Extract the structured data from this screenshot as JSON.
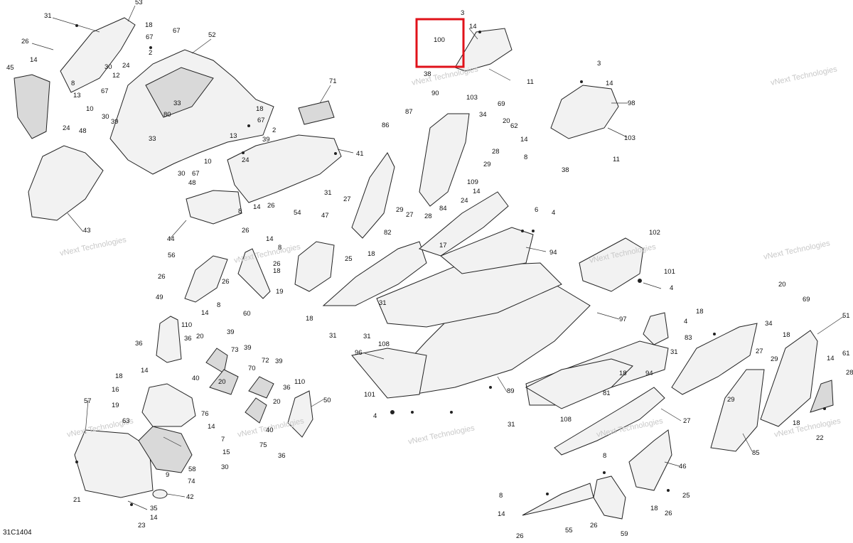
{
  "diagram": {
    "code": "31C1404",
    "watermark": "vNext Technologies",
    "highlight_color": "#e0121a",
    "callouts": [
      {
        "id": "c53",
        "text": "53"
      },
      {
        "id": "c31a",
        "text": "31"
      },
      {
        "id": "c18a",
        "text": "18"
      },
      {
        "id": "c67a",
        "text": "67"
      },
      {
        "id": "c26a",
        "text": "26"
      },
      {
        "id": "c14a",
        "text": "14"
      },
      {
        "id": "c67b",
        "text": "67"
      },
      {
        "id": "c52",
        "text": "52"
      },
      {
        "id": "c45",
        "text": "45"
      },
      {
        "id": "c2a",
        "text": "2"
      },
      {
        "id": "c30a",
        "text": "30"
      },
      {
        "id": "c24a",
        "text": "24"
      },
      {
        "id": "c8a",
        "text": "8"
      },
      {
        "id": "c12",
        "text": "12"
      },
      {
        "id": "c67c",
        "text": "67"
      },
      {
        "id": "c13a",
        "text": "13"
      },
      {
        "id": "c10a",
        "text": "10"
      },
      {
        "id": "c30b",
        "text": "30"
      },
      {
        "id": "c39a",
        "text": "39"
      },
      {
        "id": "c33a",
        "text": "33"
      },
      {
        "id": "c80",
        "text": "80"
      },
      {
        "id": "c24b",
        "text": "24"
      },
      {
        "id": "c48a",
        "text": "48"
      },
      {
        "id": "c33b",
        "text": "33"
      },
      {
        "id": "c18b",
        "text": "18"
      },
      {
        "id": "c67d",
        "text": "67"
      },
      {
        "id": "c2b",
        "text": "2"
      },
      {
        "id": "c39b",
        "text": "39"
      },
      {
        "id": "c13b",
        "text": "13"
      },
      {
        "id": "c24c",
        "text": "24"
      },
      {
        "id": "c30c",
        "text": "30"
      },
      {
        "id": "c67e",
        "text": "67"
      },
      {
        "id": "c10b",
        "text": "10"
      },
      {
        "id": "c48b",
        "text": "48"
      },
      {
        "id": "c71",
        "text": "71"
      },
      {
        "id": "c41",
        "text": "41"
      },
      {
        "id": "c31b",
        "text": "31"
      },
      {
        "id": "c43",
        "text": "43"
      },
      {
        "id": "c8b",
        "text": "8"
      },
      {
        "id": "c14b",
        "text": "14"
      },
      {
        "id": "c26b",
        "text": "26"
      },
      {
        "id": "c54",
        "text": "54"
      },
      {
        "id": "c44",
        "text": "44"
      },
      {
        "id": "c3a",
        "text": "3"
      },
      {
        "id": "c14c",
        "text": "14"
      },
      {
        "id": "c100",
        "text": "100"
      },
      {
        "id": "c38a",
        "text": "38"
      },
      {
        "id": "c103a",
        "text": "103"
      },
      {
        "id": "c11a",
        "text": "11"
      },
      {
        "id": "c90",
        "text": "90"
      },
      {
        "id": "c3b",
        "text": "3"
      },
      {
        "id": "c14d",
        "text": "14"
      },
      {
        "id": "c98",
        "text": "98"
      },
      {
        "id": "c87",
        "text": "87"
      },
      {
        "id": "c34a",
        "text": "34"
      },
      {
        "id": "c69a",
        "text": "69"
      },
      {
        "id": "c62",
        "text": "62"
      },
      {
        "id": "c20a",
        "text": "20"
      },
      {
        "id": "c28a",
        "text": "28"
      },
      {
        "id": "c14e",
        "text": "14"
      },
      {
        "id": "c8c",
        "text": "8"
      },
      {
        "id": "c103b",
        "text": "103"
      },
      {
        "id": "c11b",
        "text": "11"
      },
      {
        "id": "c38b",
        "text": "38"
      },
      {
        "id": "c86",
        "text": "86"
      },
      {
        "id": "c29a",
        "text": "29"
      },
      {
        "id": "c109",
        "text": "109"
      },
      {
        "id": "c14f",
        "text": "14"
      },
      {
        "id": "c24d",
        "text": "24"
      },
      {
        "id": "c29b",
        "text": "29"
      },
      {
        "id": "c27a",
        "text": "27"
      },
      {
        "id": "c28b",
        "text": "28"
      },
      {
        "id": "c27b",
        "text": "27"
      },
      {
        "id": "c18c",
        "text": "18"
      },
      {
        "id": "c17",
        "text": "17"
      },
      {
        "id": "c84",
        "text": "84"
      },
      {
        "id": "c82",
        "text": "82"
      },
      {
        "id": "c6",
        "text": "6"
      },
      {
        "id": "c4a",
        "text": "4"
      },
      {
        "id": "c94a",
        "text": "94"
      },
      {
        "id": "c102",
        "text": "102"
      },
      {
        "id": "c101a",
        "text": "101"
      },
      {
        "id": "c4b",
        "text": "4"
      },
      {
        "id": "c26c",
        "text": "26"
      },
      {
        "id": "c14g",
        "text": "14"
      },
      {
        "id": "c8d",
        "text": "8"
      },
      {
        "id": "c56",
        "text": "56"
      },
      {
        "id": "c47",
        "text": "47"
      },
      {
        "id": "c25a",
        "text": "25"
      },
      {
        "id": "c26d",
        "text": "26"
      },
      {
        "id": "c18d",
        "text": "18"
      },
      {
        "id": "c19a",
        "text": "19"
      },
      {
        "id": "c26e",
        "text": "26"
      },
      {
        "id": "c60",
        "text": "60"
      },
      {
        "id": "c18e",
        "text": "18"
      },
      {
        "id": "c31c",
        "text": "31"
      },
      {
        "id": "c31d",
        "text": "31"
      },
      {
        "id": "c31e",
        "text": "31"
      },
      {
        "id": "c108a",
        "text": "108"
      },
      {
        "id": "c97",
        "text": "97"
      },
      {
        "id": "c96",
        "text": "96"
      },
      {
        "id": "c89",
        "text": "89"
      },
      {
        "id": "c101b",
        "text": "101"
      },
      {
        "id": "c4c",
        "text": "4"
      },
      {
        "id": "c18f",
        "text": "18"
      },
      {
        "id": "c4d",
        "text": "4"
      },
      {
        "id": "c83",
        "text": "83"
      },
      {
        "id": "c31f",
        "text": "31"
      },
      {
        "id": "c94b",
        "text": "94"
      },
      {
        "id": "c18g",
        "text": "18"
      },
      {
        "id": "c81",
        "text": "81"
      },
      {
        "id": "c108b",
        "text": "108"
      },
      {
        "id": "c31g",
        "text": "31"
      },
      {
        "id": "c27c",
        "text": "27"
      },
      {
        "id": "c20b",
        "text": "20"
      },
      {
        "id": "c69b",
        "text": "69"
      },
      {
        "id": "c51",
        "text": "51"
      },
      {
        "id": "c34b",
        "text": "34"
      },
      {
        "id": "c18h",
        "text": "18"
      },
      {
        "id": "c27d",
        "text": "27"
      },
      {
        "id": "c29c",
        "text": "29"
      },
      {
        "id": "c14h",
        "text": "14"
      },
      {
        "id": "c61",
        "text": "61"
      },
      {
        "id": "c28c",
        "text": "28"
      },
      {
        "id": "c29d",
        "text": "29"
      },
      {
        "id": "c18i",
        "text": "18"
      },
      {
        "id": "c22",
        "text": "22"
      },
      {
        "id": "c85",
        "text": "85"
      },
      {
        "id": "c49",
        "text": "49"
      },
      {
        "id": "c110a",
        "text": "110"
      },
      {
        "id": "c26f",
        "text": "26"
      },
      {
        "id": "c14i",
        "text": "14"
      },
      {
        "id": "c8e",
        "text": "8"
      },
      {
        "id": "c36a",
        "text": "36"
      },
      {
        "id": "c20c",
        "text": "20"
      },
      {
        "id": "c36b",
        "text": "36"
      },
      {
        "id": "c39c",
        "text": "39"
      },
      {
        "id": "c73",
        "text": "73"
      },
      {
        "id": "c39d",
        "text": "39"
      },
      {
        "id": "c70",
        "text": "70"
      },
      {
        "id": "c72",
        "text": "72"
      },
      {
        "id": "c39e",
        "text": "39"
      },
      {
        "id": "c40a",
        "text": "40"
      },
      {
        "id": "c20d",
        "text": "20"
      },
      {
        "id": "c14j",
        "text": "14"
      },
      {
        "id": "c18j",
        "text": "18"
      },
      {
        "id": "c16",
        "text": "16"
      },
      {
        "id": "c19b",
        "text": "19"
      },
      {
        "id": "c63",
        "text": "63"
      },
      {
        "id": "c76",
        "text": "76"
      },
      {
        "id": "c36c",
        "text": "36"
      },
      {
        "id": "c110b",
        "text": "110"
      },
      {
        "id": "c20e",
        "text": "20"
      },
      {
        "id": "c50",
        "text": "50"
      },
      {
        "id": "c57",
        "text": "57"
      },
      {
        "id": "c14k",
        "text": "14"
      },
      {
        "id": "c40b",
        "text": "40"
      },
      {
        "id": "c7",
        "text": "7"
      },
      {
        "id": "c75",
        "text": "75"
      },
      {
        "id": "c15",
        "text": "15"
      },
      {
        "id": "c36d",
        "text": "36"
      },
      {
        "id": "c58",
        "text": "58"
      },
      {
        "id": "c30d",
        "text": "30"
      },
      {
        "id": "c9",
        "text": "9"
      },
      {
        "id": "c74",
        "text": "74"
      },
      {
        "id": "c42",
        "text": "42"
      },
      {
        "id": "c21",
        "text": "21"
      },
      {
        "id": "c35",
        "text": "35"
      },
      {
        "id": "c14l",
        "text": "14"
      },
      {
        "id": "c23",
        "text": "23"
      },
      {
        "id": "c8f",
        "text": "8"
      },
      {
        "id": "c46",
        "text": "46"
      },
      {
        "id": "c25b",
        "text": "25"
      },
      {
        "id": "c18k",
        "text": "18"
      },
      {
        "id": "c26g",
        "text": "26"
      },
      {
        "id": "c8g",
        "text": "8"
      },
      {
        "id": "c14m",
        "text": "14"
      },
      {
        "id": "c55",
        "text": "55"
      },
      {
        "id": "c26h",
        "text": "26"
      },
      {
        "id": "c26i",
        "text": "26"
      },
      {
        "id": "c59",
        "text": "59"
      }
    ]
  }
}
